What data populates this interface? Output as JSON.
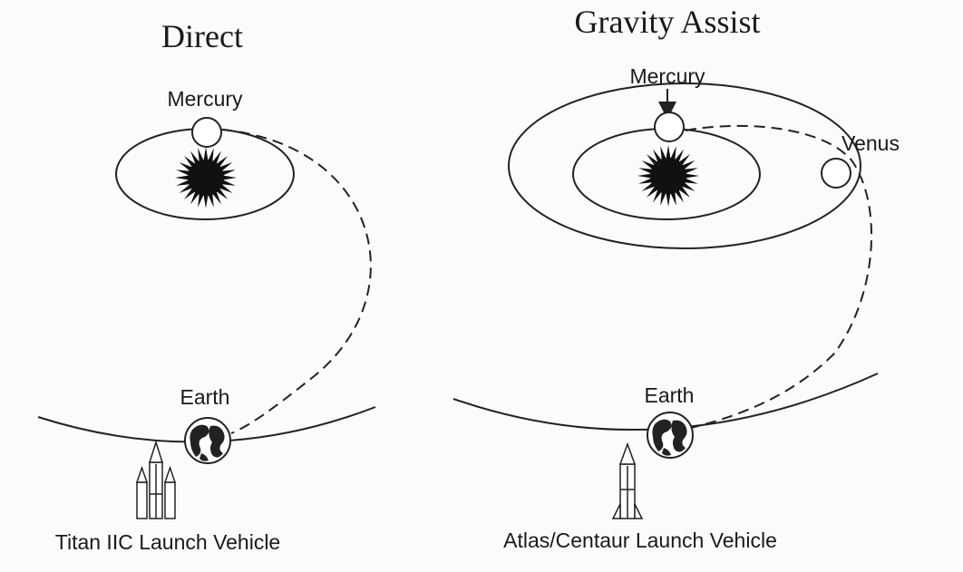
{
  "direct": {
    "title": "Direct",
    "mercury_label": "Mercury",
    "earth_label": "Earth",
    "vehicle_label": "Titan IIC Launch Vehicle"
  },
  "gravity_assist": {
    "title": "Gravity Assist",
    "mercury_label": "Mercury",
    "venus_label": "Venus",
    "earth_label": "Earth",
    "vehicle_label": "Atlas/Centaur Launch Vehicle"
  }
}
